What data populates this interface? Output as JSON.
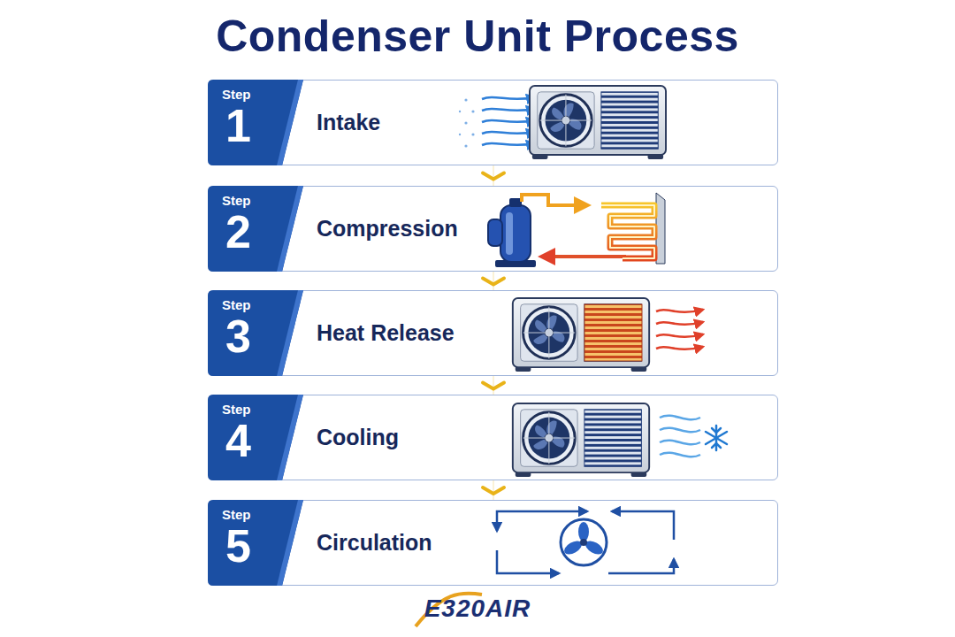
{
  "diagram": {
    "title": "Condenser Unit Process",
    "nodes": [
      {
        "text": [
          "Intake"
        ]
      },
      {
        "text": [
          "Step",
          "1"
        ],
        "in": 0
      },
      {
        "text": [
          "Compression"
        ]
      },
      {
        "text": [
          "Step",
          "2"
        ],
        "in": 2
      },
      {
        "text": [
          "Heat Release"
        ]
      },
      {
        "text": [
          "Step",
          "3"
        ],
        "in": 4
      },
      {
        "text": [
          "Cooling"
        ]
      },
      {
        "text": [
          "Step",
          "4"
        ],
        "in": 6
      },
      {
        "text": [
          "Circulation"
        ]
      },
      {
        "text": [
          "Step",
          "5"
        ],
        "in": 8
      }
    ],
    "edges": [
      {
        "from": 0,
        "to": 2,
        "arrow": "to"
      },
      {
        "from": 2,
        "to": 4,
        "arrow": "to"
      },
      {
        "from": 4,
        "to": 6,
        "arrow": "to"
      },
      {
        "from": 6,
        "to": 8,
        "arrow": "to"
      }
    ],
    "labels": [
      "E320AIR"
    ]
  }
}
